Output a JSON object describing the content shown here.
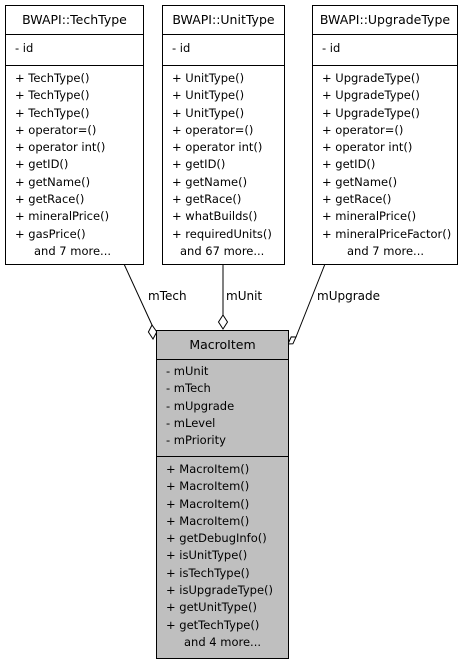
{
  "classes": {
    "techtype": {
      "name": "BWAPI::TechType",
      "attributes": [
        "- id"
      ],
      "methods": [
        "+ TechType()",
        "+ TechType()",
        "+ TechType()",
        "+ operator=()",
        "+ operator int()",
        "+ getID()",
        "+ getName()",
        "+ getRace()",
        "+ mineralPrice()",
        "+ gasPrice()"
      ],
      "more": "and 7 more..."
    },
    "unittype": {
      "name": "BWAPI::UnitType",
      "attributes": [
        "- id"
      ],
      "methods": [
        "+ UnitType()",
        "+ UnitType()",
        "+ UnitType()",
        "+ operator=()",
        "+ operator int()",
        "+ getID()",
        "+ getName()",
        "+ getRace()",
        "+ whatBuilds()",
        "+ requiredUnits()"
      ],
      "more": "and 67 more..."
    },
    "upgradetype": {
      "name": "BWAPI::UpgradeType",
      "attributes": [
        "- id"
      ],
      "methods": [
        "+ UpgradeType()",
        "+ UpgradeType()",
        "+ UpgradeType()",
        "+ operator=()",
        "+ operator int()",
        "+ getID()",
        "+ getName()",
        "+ getRace()",
        "+ mineralPrice()",
        "+ mineralPriceFactor()"
      ],
      "more": "and 7 more..."
    },
    "macroitem": {
      "name": "MacroItem",
      "attributes": [
        "- mUnit",
        "- mTech",
        "- mUpgrade",
        "- mLevel",
        "- mPriority"
      ],
      "methods": [
        "+ MacroItem()",
        "+ MacroItem()",
        "+ MacroItem()",
        "+ MacroItem()",
        "+ getDebugInfo()",
        "+ isUnitType()",
        "+ isTechType()",
        "+ isUpgradeType()",
        "+ getUnitType()",
        "+ getTechType()"
      ],
      "more": "and 4 more..."
    }
  },
  "edges": {
    "tech": "mTech",
    "unit": "mUnit",
    "upgrade": "mUpgrade"
  }
}
